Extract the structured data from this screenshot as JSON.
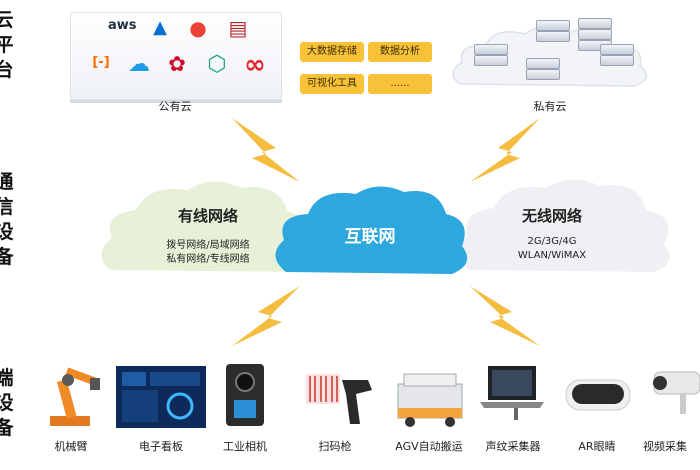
{
  "side_labels": {
    "cloud_platform": [
      "云",
      "平",
      "台"
    ],
    "comm_devices": [
      "通",
      "信",
      "设",
      "备"
    ],
    "terminal_devices": [
      "端",
      "设",
      "备"
    ]
  },
  "public_cloud": {
    "label": "公有云",
    "logos": [
      {
        "name": "aws-logo",
        "text": "aws",
        "color": "#232f3e"
      },
      {
        "name": "azure-logo",
        "text": "▲",
        "color": "#0a6fd1"
      },
      {
        "name": "google-cloud-logo",
        "text": "●",
        "color": "#ea4335"
      },
      {
        "name": "oracle-logo",
        "text": "▤",
        "color": "#b5262b"
      },
      {
        "name": "aliyun-logo",
        "text": "[-]",
        "color": "#ff6a00"
      },
      {
        "name": "tencent-cloud-logo",
        "text": "☁",
        "color": "#1e9be6"
      },
      {
        "name": "huawei-logo",
        "text": "✿",
        "color": "#cf0a2c"
      },
      {
        "name": "qingcloud-logo",
        "text": "⬡",
        "color": "#1aa97a"
      },
      {
        "name": "ucloud-logo",
        "text": "∞",
        "color": "#e4272e"
      }
    ]
  },
  "services": [
    "大数据存储",
    "数据分析",
    "可视化工具",
    "......"
  ],
  "private_cloud": {
    "label": "私有云"
  },
  "wired": {
    "title": "有线网络",
    "lines": [
      "拨号网络/局域网络",
      "私有网络/专线网络"
    ]
  },
  "internet": {
    "title": "互联网"
  },
  "wireless": {
    "title": "无线网络",
    "lines": [
      "2G/3G/4G",
      "WLAN/WiMAX"
    ]
  },
  "devices": [
    "机械臂",
    "电子看板",
    "工业相机",
    "扫码枪",
    "AGV自动搬运",
    "声纹采集器",
    "AR眼睛",
    "视频采集"
  ],
  "colors": {
    "lightning": "#f3b62a",
    "internet_cloud": "#2ea7df",
    "tag": "#f7c238"
  }
}
